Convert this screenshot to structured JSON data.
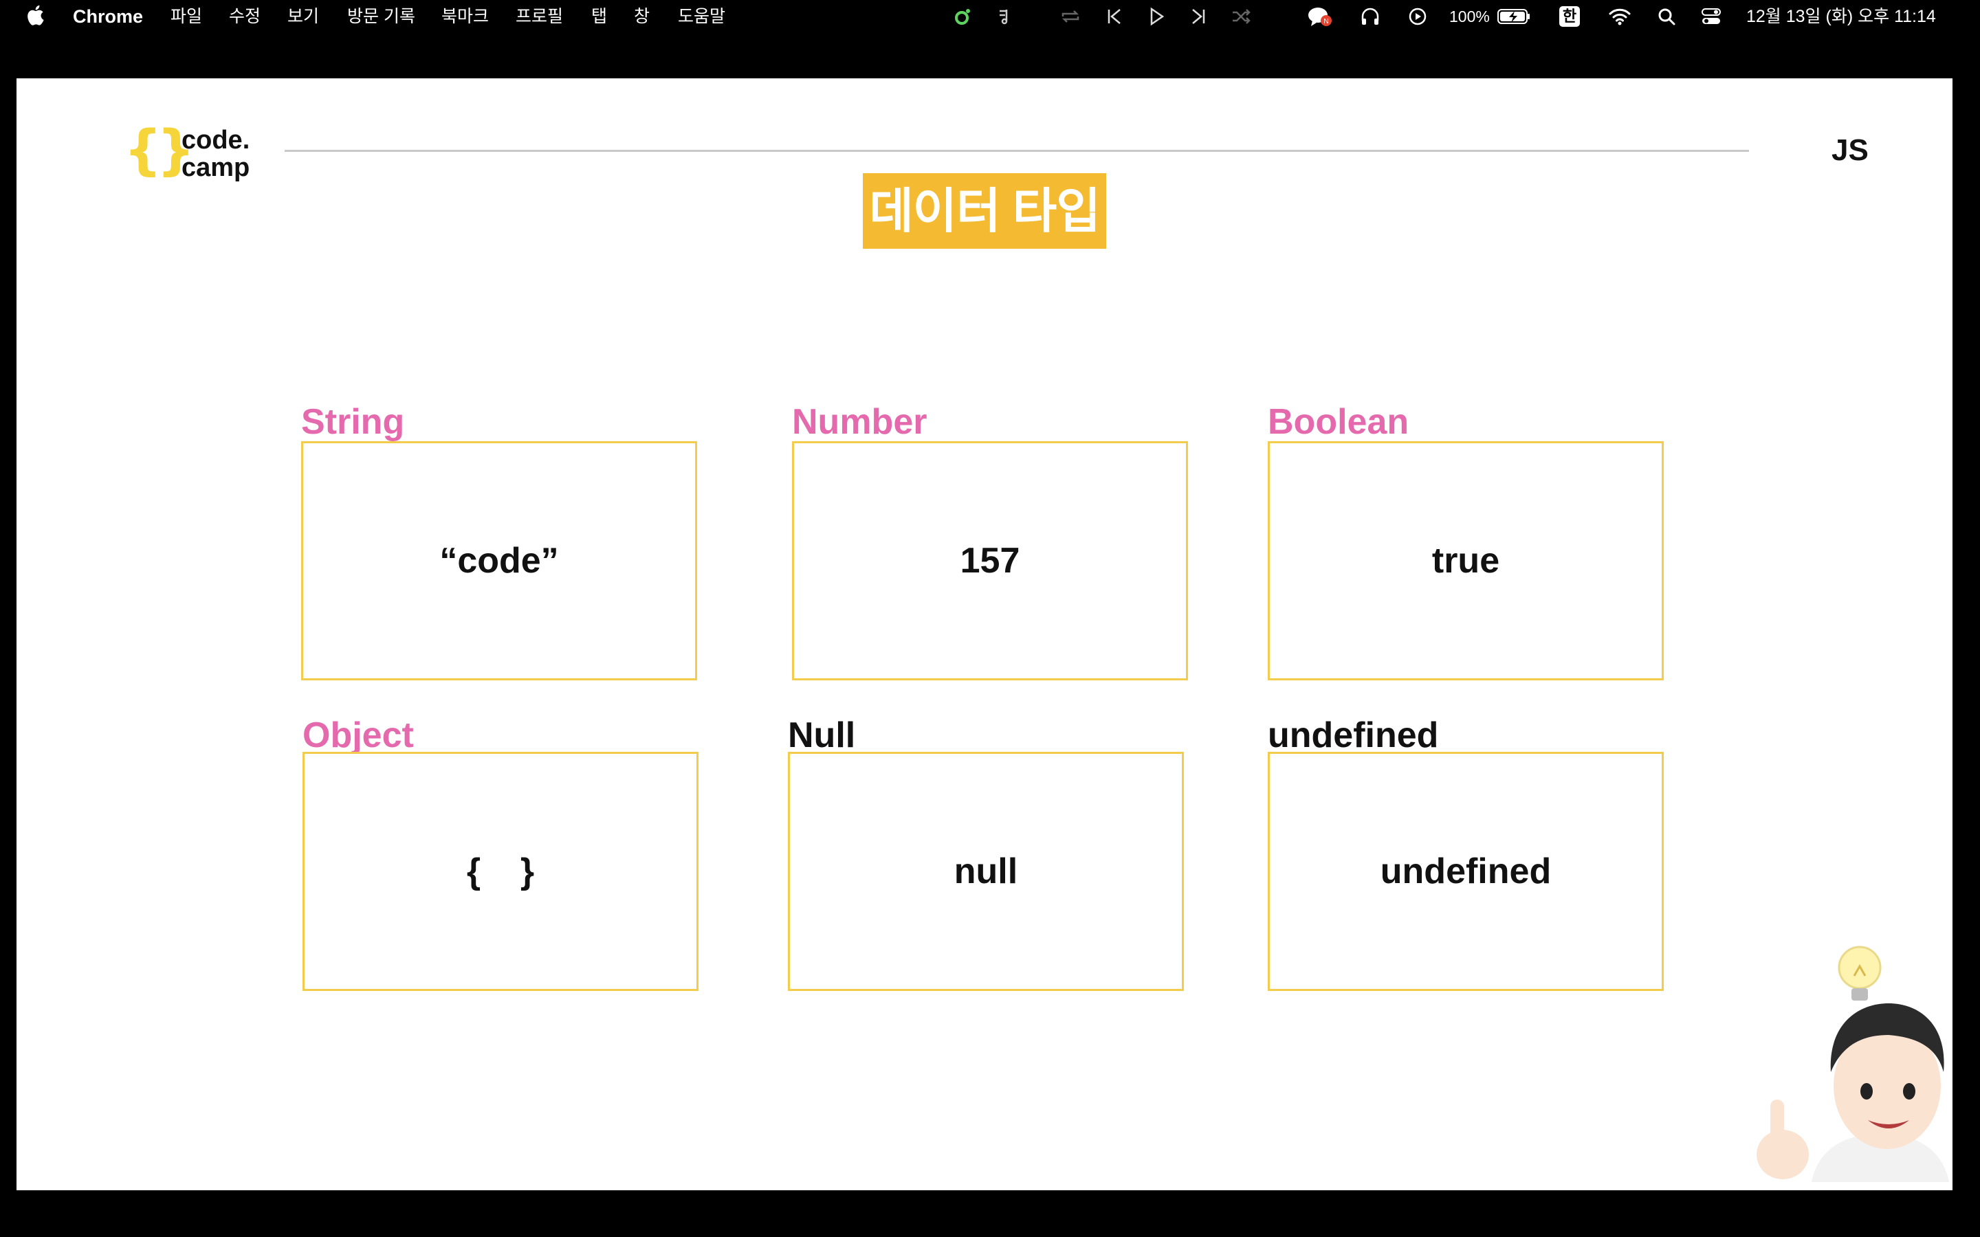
{
  "menubar": {
    "app_name": "Chrome",
    "menus": [
      "파일",
      "수정",
      "보기",
      "방문 기록",
      "북마크",
      "프로필",
      "탭",
      "창",
      "도움말"
    ],
    "battery": "100%",
    "input_source": "한",
    "datetime": "12월 13일 (화) 오후 11:14",
    "icons": [
      "apple-icon",
      "music-status-icon",
      "lyrics-icon",
      "repeat-icon",
      "previous-track-icon",
      "play-icon",
      "next-track-icon",
      "shuffle-icon",
      "kakaotalk-icon",
      "headphones-icon",
      "play-circle-icon",
      "battery-charging-icon",
      "wifi-icon",
      "search-icon",
      "control-center-icon"
    ]
  },
  "slide": {
    "logo": {
      "left_brace": "{",
      "right_brace": "}",
      "line1": "code.",
      "line2": "camp"
    },
    "corner_label": "JS",
    "title": "데이터 타입",
    "cards": [
      {
        "label": "String",
        "value": "“code”",
        "label_color": "#e46aad"
      },
      {
        "label": "Number",
        "value": "157",
        "label_color": "#e46aad"
      },
      {
        "label": "Boolean",
        "value": "true",
        "label_color": "#e46aad"
      },
      {
        "label": "Object",
        "value": "{    }",
        "label_color": "#e46aad"
      },
      {
        "label": "Null",
        "value": "null",
        "label_color": "#111111"
      },
      {
        "label": "undefined",
        "value": "undefined",
        "label_color": "#111111"
      }
    ]
  },
  "colors": {
    "accent_yellow": "#f4bb32",
    "card_border": "#f2cc4a",
    "pink_label": "#e46aad"
  }
}
